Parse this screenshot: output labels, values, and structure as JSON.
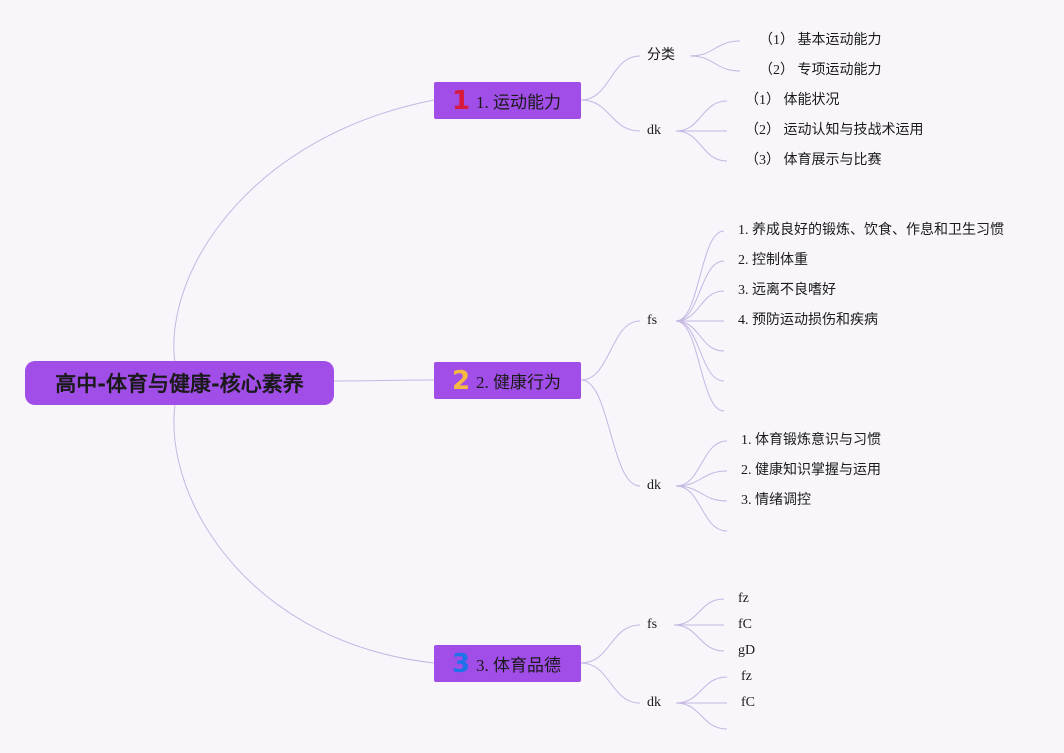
{
  "colors": {
    "background": "#f8f5fb",
    "node_fill": "#a14ee8",
    "line": "#c5b7e3",
    "num1": "#d81b3c",
    "num2": "#f5b942",
    "num3": "#1e73e8"
  },
  "root": {
    "label": "高中-体育与健康-核心素养"
  },
  "branches": [
    {
      "num": "1",
      "label": "1. 运动能力",
      "groups": [
        {
          "label": "分类",
          "items": [
            "（1） 基本运动能力",
            "（2） 专项运动能力"
          ]
        },
        {
          "label": "dk",
          "items": [
            "（1） 体能状况",
            "（2） 运动认知与技战术运用",
            "（3） 体育展示与比赛"
          ]
        }
      ]
    },
    {
      "num": "2",
      "label": "2. 健康行为",
      "groups": [
        {
          "label": "fs",
          "items": [
            "1. 养成良好的锻炼、饮食、作息和卫生习惯",
            "2. 控制体重",
            "3. 远离不良嗜好",
            "4. 预防运动损伤和疾病"
          ]
        },
        {
          "label": "dk",
          "items": [
            "1. 体育锻炼意识与习惯",
            "2. 健康知识掌握与运用",
            "3. 情绪调控"
          ]
        }
      ]
    },
    {
      "num": "3",
      "label": "3. 体育品德",
      "groups": [
        {
          "label": "fs",
          "items": [
            "fz",
            "fC",
            "gD"
          ]
        },
        {
          "label": "dk",
          "items": [
            "fz",
            "fC"
          ]
        }
      ]
    }
  ]
}
